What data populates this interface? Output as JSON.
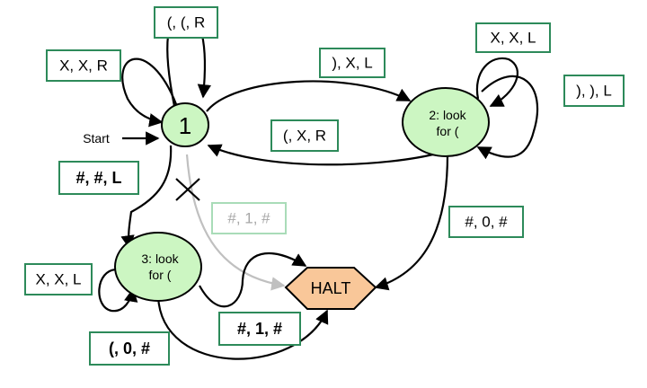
{
  "states": {
    "s1": {
      "label": "1"
    },
    "s2": {
      "line1": "2: look",
      "line2": "for ("
    },
    "s3": {
      "line1": "3: look",
      "line2": "for ("
    },
    "halt": {
      "label": "HALT"
    }
  },
  "start_label": "Start",
  "transitions": {
    "t_s1_self_top": "(, (, R",
    "t_s1_self_left": "X, X, R",
    "t_s1_to_s2": "), X, L",
    "t_s2_to_s1": "(, X, R",
    "t_s2_self_top": "X, X, L",
    "t_s2_self_right": "), ), L",
    "t_s1_to_s3": "#, #, L",
    "t_s1_to_halt": "#, 1, #",
    "t_s2_to_halt": "#, 0, #",
    "t_s3_self": "X, X, L",
    "t_s3_to_halt_1": "#, 1, #",
    "t_s3_to_halt_0": "(, 0, #"
  },
  "colors": {
    "state_fill": "#ccf6c2",
    "halt_fill": "#f9c799",
    "label_border": "#2d8a5a",
    "faint_border": "#a9dcb8",
    "faint_text": "#a7a7a7"
  }
}
